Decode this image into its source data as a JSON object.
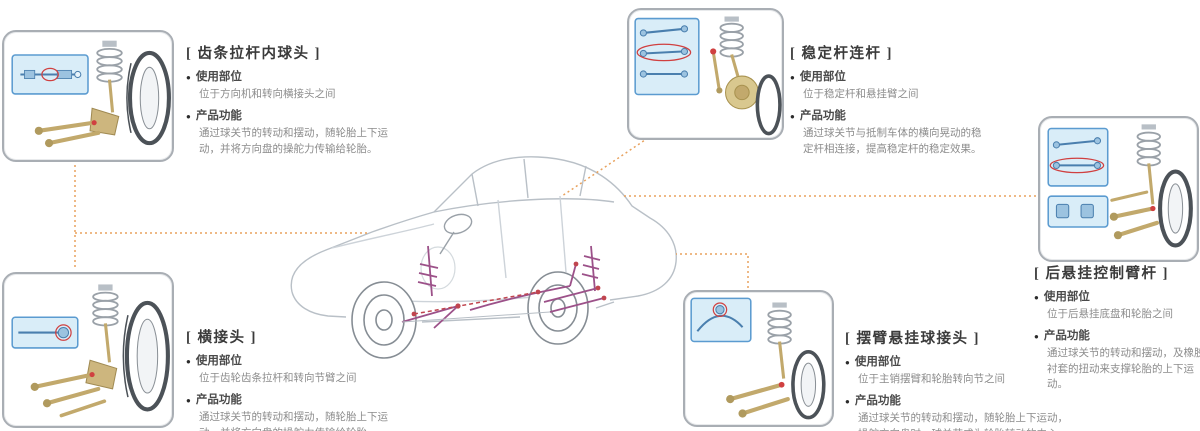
{
  "bullet_char": "●",
  "colors": {
    "connector_orange": "#e8a25e",
    "inset_blue_bg": "#d9edf8",
    "inset_blue_border": "#5b9bd0",
    "part_gold": "#c2a96c",
    "suspension_purple": "#9c5189",
    "highlight_red": "#c0454f",
    "car_line_gray": "#b9c0c7",
    "title_text": "#3a3a3a",
    "body_text": "#8c8c8c"
  },
  "panels": [
    {
      "title": "[ 齿条拉杆内球头 ]",
      "bullets": [
        {
          "label": "使用部位",
          "desc": "位于方向机和转向横接头之间"
        },
        {
          "label": "产品功能",
          "desc": "通过球关节的转动和摆动，随轮胎上下运动，并将方向盘的操舵力传输给轮胎。"
        }
      ]
    },
    {
      "title": "[ 横接头 ]",
      "bullets": [
        {
          "label": "使用部位",
          "desc": "位于齿轮齿条拉杆和转向节臂之间"
        },
        {
          "label": "产品功能",
          "desc": "通过球关节的转动和摆动，随轮胎上下运动，并将方向盘的操舵力传输给轮胎。"
        }
      ]
    },
    {
      "title": "[ 稳定杆连杆 ]",
      "bullets": [
        {
          "label": "使用部位",
          "desc": "位于稳定杆和悬挂臂之间"
        },
        {
          "label": "产品功能",
          "desc": "通过球关节与抵制车体的横向晃动的稳定杆相连接，提高稳定杆的稳定效果。"
        }
      ]
    },
    {
      "title": "[ 摆臂悬挂球接头 ]",
      "bullets": [
        {
          "label": "使用部位",
          "desc": "位于主销摆臂和轮胎转向节之间"
        },
        {
          "label": "产品功能",
          "desc": "通过球关节的转动和摆动，随轮胎上下运动，操舵方向盘时，球关节成为轮胎转动的中心。"
        }
      ]
    },
    {
      "title": "[ 后悬挂控制臂杆 ]",
      "bullets": [
        {
          "label": "使用部位",
          "desc": "位于后悬挂底盘和轮胎之间"
        },
        {
          "label": "产品功能",
          "desc": "通过球关节的转动和摆动，及橡胶衬套的扭动来支撑轮胎的上下运动。"
        }
      ]
    }
  ]
}
